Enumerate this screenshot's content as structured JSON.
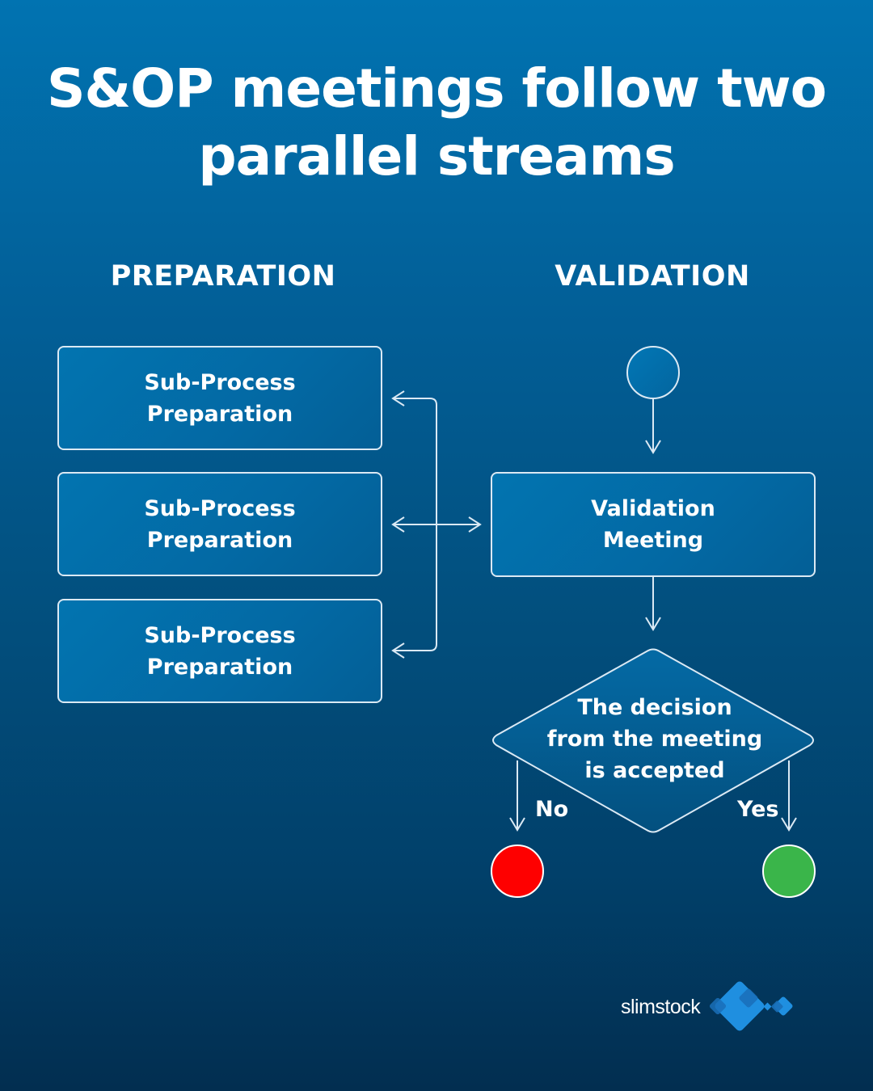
{
  "title": {
    "line1": "S&OP meetings follow two",
    "line2": "parallel streams"
  },
  "columns": {
    "preparation": "PREPARATION",
    "validation": "VALIDATION"
  },
  "preparation_boxes": [
    {
      "line1": "Sub-Process",
      "line2": "Preparation"
    },
    {
      "line1": "Sub-Process",
      "line2": "Preparation"
    },
    {
      "line1": "Sub-Process",
      "line2": "Preparation"
    }
  ],
  "validation": {
    "start_node": "start",
    "meeting_box": {
      "line1": "Validation",
      "line2": "Meeting"
    },
    "decision": {
      "line1": "The decision",
      "line2": "from the meeting",
      "line3": "is accepted"
    },
    "branches": {
      "no_label": "No",
      "yes_label": "Yes"
    },
    "end_nodes": {
      "no_color": "#fe0000",
      "yes_color": "#3ab54a"
    }
  },
  "colors": {
    "background_top": "#0173b1",
    "background_bottom": "#022e50",
    "line": "#dbe9f4",
    "logo_blue": "#1f8fe0"
  },
  "brand": {
    "name": "slimstock"
  }
}
